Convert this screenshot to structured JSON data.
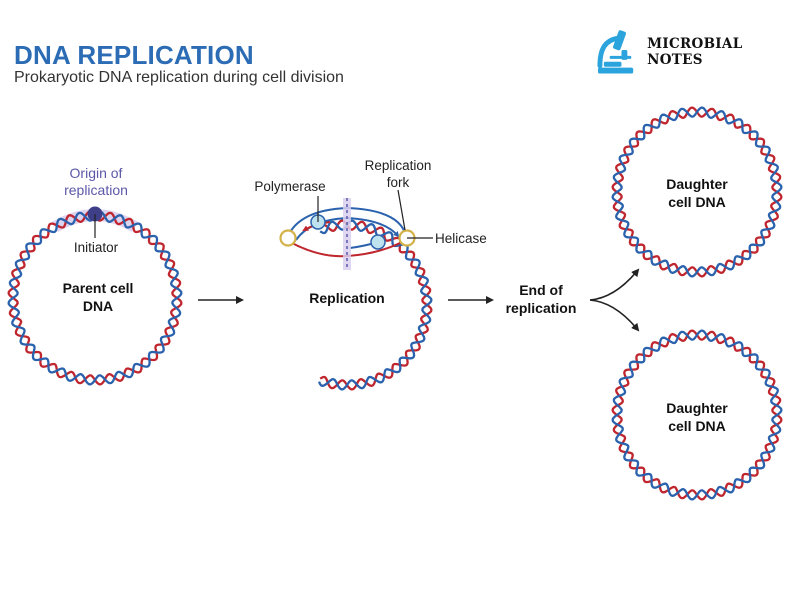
{
  "header": {
    "title": "DNA REPLICATION",
    "subtitle": "Prokaryotic DNA replication during cell division"
  },
  "brand": {
    "name": "MICROBIAL NOTES",
    "icon": "microscope-icon",
    "color": "#2ba3dc"
  },
  "colors": {
    "strand_red": "#c0262e",
    "strand_blue": "#2a62ad",
    "origin_highlight": "#d9cfee",
    "origin_text": "#5b58a8",
    "initiator": "#3e3f88",
    "helicase": "#d4b24a",
    "polymerase": "#bfe3ee",
    "arrow": "#222222"
  },
  "labels": {
    "origin_line1": "Origin of",
    "origin_line2": "replication",
    "initiator": "Initiator",
    "parent_line1": "Parent cell",
    "parent_line2": "DNA",
    "polymerase": "Polymerase",
    "fork_line1": "Replication",
    "fork_line2": "fork",
    "helicase": "Helicase",
    "replication": "Replication",
    "end_line1": "End of",
    "end_line2": "replication",
    "daughter_line1": "Daughter",
    "daughter_line2": "cell DNA"
  }
}
